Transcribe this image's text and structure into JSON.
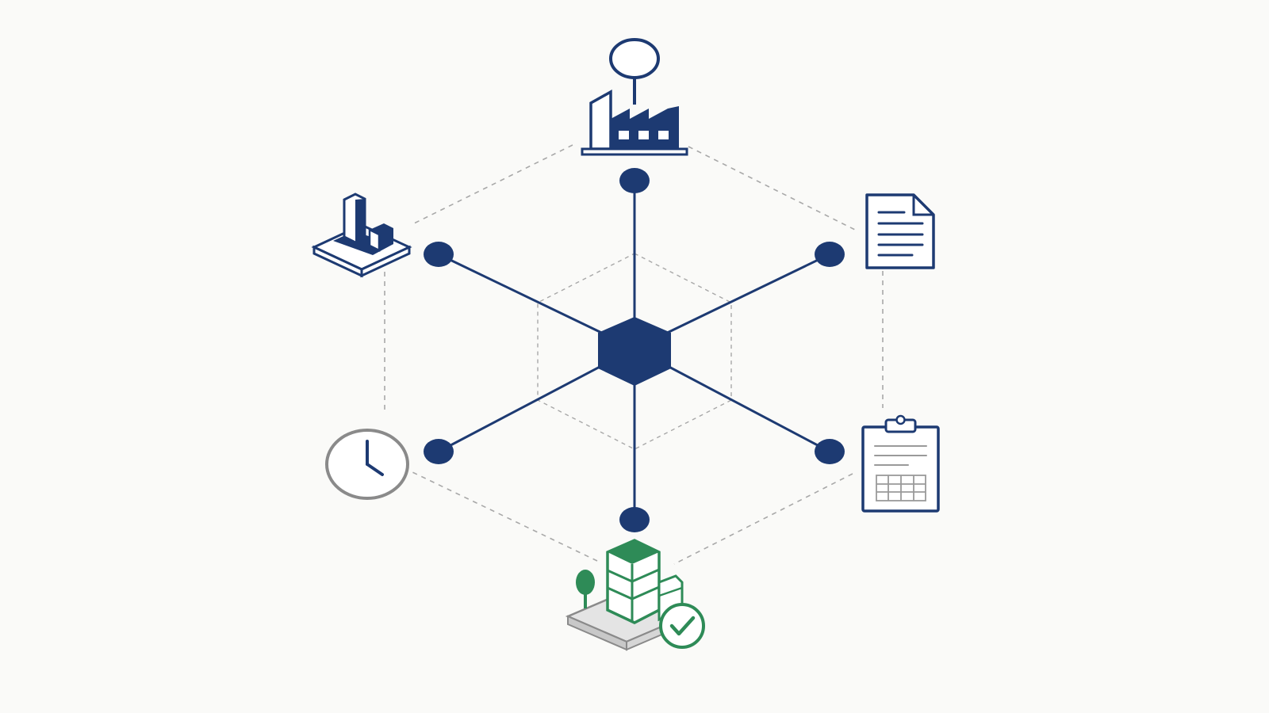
{
  "diagram": {
    "hub": {
      "shape": "hexagon"
    },
    "spokes": 6,
    "icons": [
      {
        "id": "top",
        "icon": "factory-icon"
      },
      {
        "id": "upper-right",
        "icon": "document-icon"
      },
      {
        "id": "lower-right",
        "icon": "clipboard-icon"
      },
      {
        "id": "bottom",
        "icon": "green-building-check-icon"
      },
      {
        "id": "lower-left",
        "icon": "clock-icon"
      },
      {
        "id": "upper-left",
        "icon": "isometric-structure-icon"
      }
    ]
  },
  "colors": {
    "background": "#fafaf8",
    "navy": "#1d3a72",
    "green": "#2e8b57",
    "dash": "#a8a8a8",
    "gray": "#8a8a8a"
  }
}
